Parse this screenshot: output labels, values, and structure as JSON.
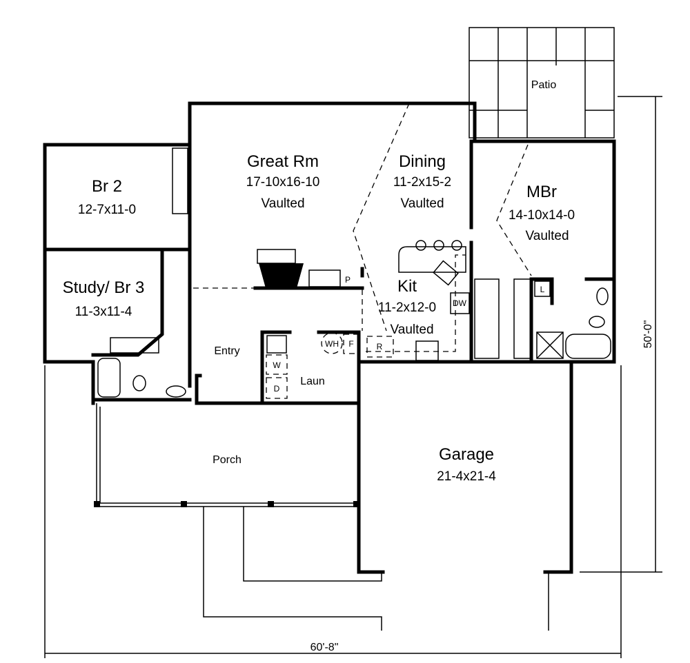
{
  "rooms": {
    "patio": {
      "name": "Patio"
    },
    "great_room": {
      "name": "Great Rm",
      "size": "17-10x16-10",
      "note": "Vaulted"
    },
    "dining": {
      "name": "Dining",
      "size": "11-2x15-2",
      "note": "Vaulted"
    },
    "master_bedroom": {
      "name": "MBr",
      "size": "14-10x14-0",
      "note": "Vaulted"
    },
    "bedroom_2": {
      "name": "Br 2",
      "size": "12-7x11-0"
    },
    "study": {
      "name": "Study/ Br 3",
      "size": "11-3x11-4"
    },
    "kitchen": {
      "name": "Kit",
      "size": "11-2x12-0",
      "note": "Vaulted"
    },
    "entry": {
      "name": "Entry"
    },
    "laundry": {
      "name": "Laun"
    },
    "porch": {
      "name": "Porch"
    },
    "garage": {
      "name": "Garage",
      "size": "21-4x21-4"
    }
  },
  "fixtures": {
    "pantry": "P",
    "dishwasher": "DW",
    "water_heater": "WH",
    "freezer": "F",
    "refrigerator": "R",
    "washer": "W",
    "dryer": "D",
    "linen": "L"
  },
  "dimensions": {
    "width": "60'-8\"",
    "depth": "50'-0\""
  }
}
